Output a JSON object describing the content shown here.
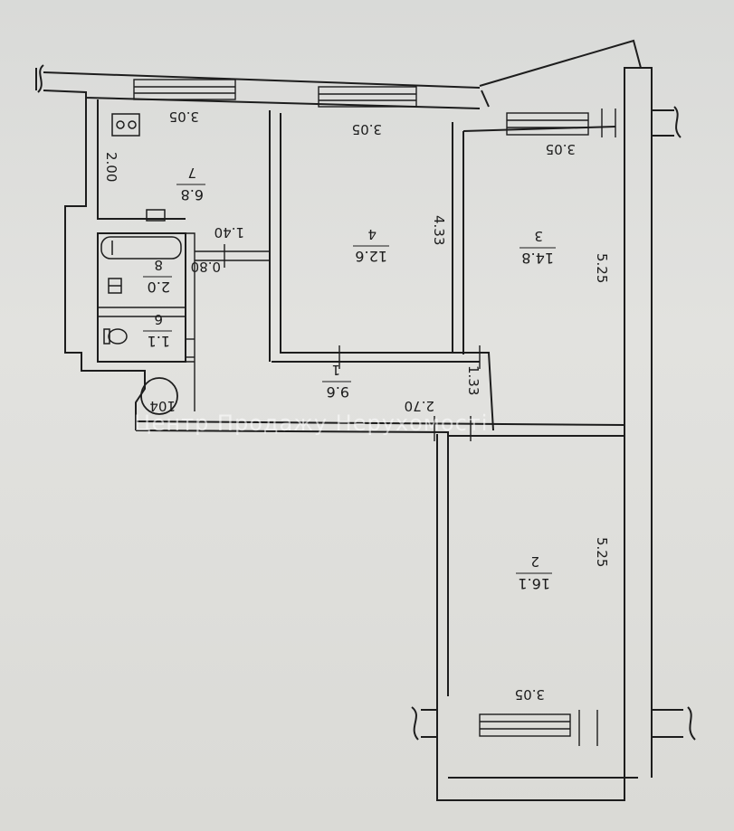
{
  "watermark": "Центр Продажу Нерухомості",
  "apartment_number": "104",
  "rooms": [
    {
      "number": "1",
      "area": "9.6"
    },
    {
      "number": "2",
      "area": "16.1"
    },
    {
      "number": "3",
      "area": "14.8"
    },
    {
      "number": "4",
      "area": "12.6"
    },
    {
      "number": "6",
      "area": "1.1"
    },
    {
      "number": "7",
      "area": "6.8"
    },
    {
      "number": "8",
      "area": "2.0"
    }
  ],
  "dimensions": {
    "kitchen_top_width": "3.05",
    "room4_top_width": "3.05",
    "room3_top_width": "3.05",
    "kitchen_depth": "2.00",
    "room4_depth": "4.33",
    "room3_depth": "5.25",
    "corridor_width": "1.40",
    "bath_width": "0.80",
    "hall_depth": "1.33",
    "hall_length": "2.70",
    "room2_depth": "5.25",
    "room2_bottom_width": "3.05"
  }
}
